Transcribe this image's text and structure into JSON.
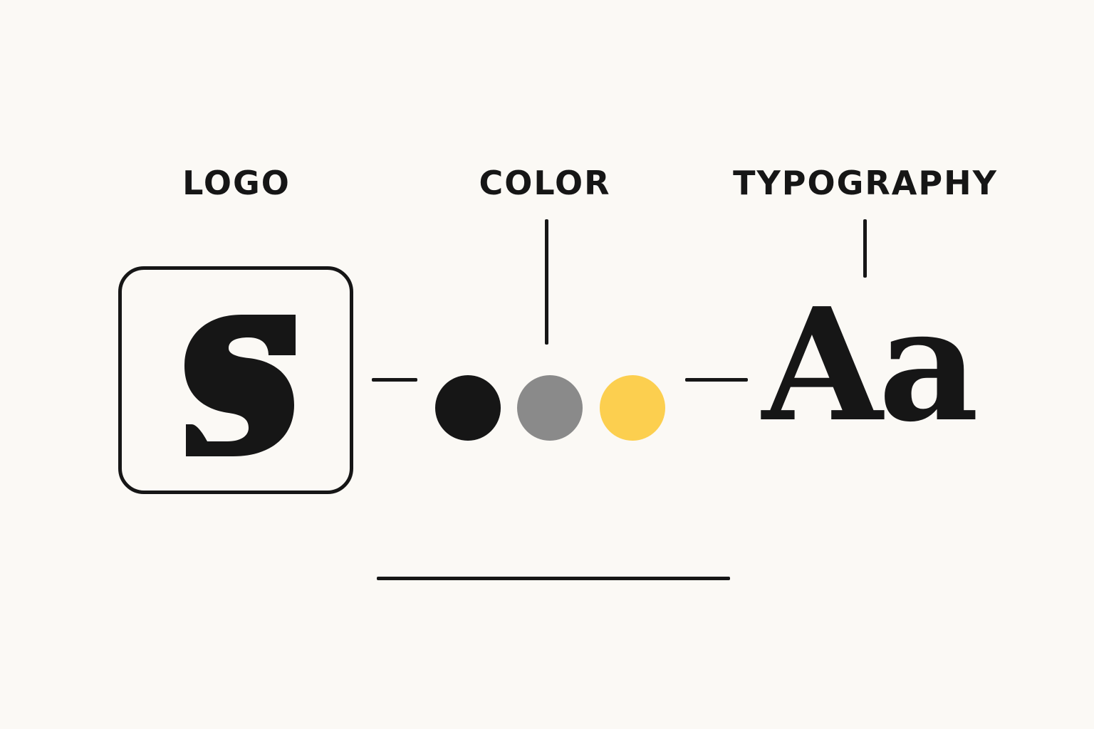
{
  "sections": {
    "logo": {
      "label": "LOGO"
    },
    "color": {
      "label": "COLOR",
      "swatches": [
        {
          "name": "black",
          "hex": "#161616"
        },
        {
          "name": "gray",
          "hex": "#8a8a8a"
        },
        {
          "name": "yellow",
          "hex": "#fccf4f"
        }
      ]
    },
    "typography": {
      "label": "TYPOGRAPHY",
      "sample": "Aa"
    }
  },
  "logo_mark": {
    "glyph": "S",
    "icon": "s-monogram-icon"
  },
  "colors": {
    "ink": "#161616",
    "background": "#fbf9f5"
  }
}
